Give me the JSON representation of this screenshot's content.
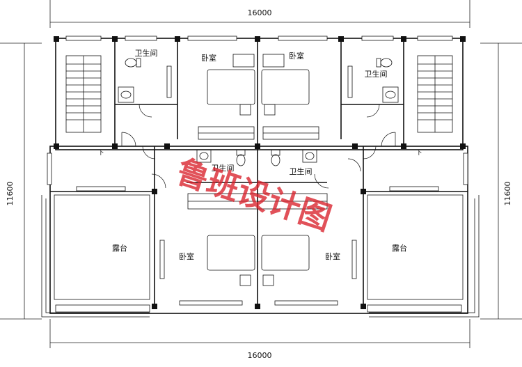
{
  "dimensions": {
    "top_width": "16000",
    "bottom_width": "16000",
    "left_height": "11600",
    "right_height": "11600"
  },
  "rooms": {
    "bathroom_top_left": "卫生间",
    "bathroom_top_right": "卫生间",
    "bathroom_mid_left": "卫生间",
    "bathroom_mid_right": "卫生间",
    "bedroom_top_left": "卧室",
    "bedroom_top_right": "卧室",
    "bedroom_bottom_left": "卧室",
    "bedroom_bottom_right": "卧室",
    "terrace_left": "露台",
    "terrace_right": "露台"
  },
  "stair_marks": {
    "left": "下",
    "right": "下"
  },
  "watermark": "鲁班设计图",
  "colors": {
    "line": "#111111",
    "watermark": "#d9202a",
    "background": "#ffffff"
  }
}
